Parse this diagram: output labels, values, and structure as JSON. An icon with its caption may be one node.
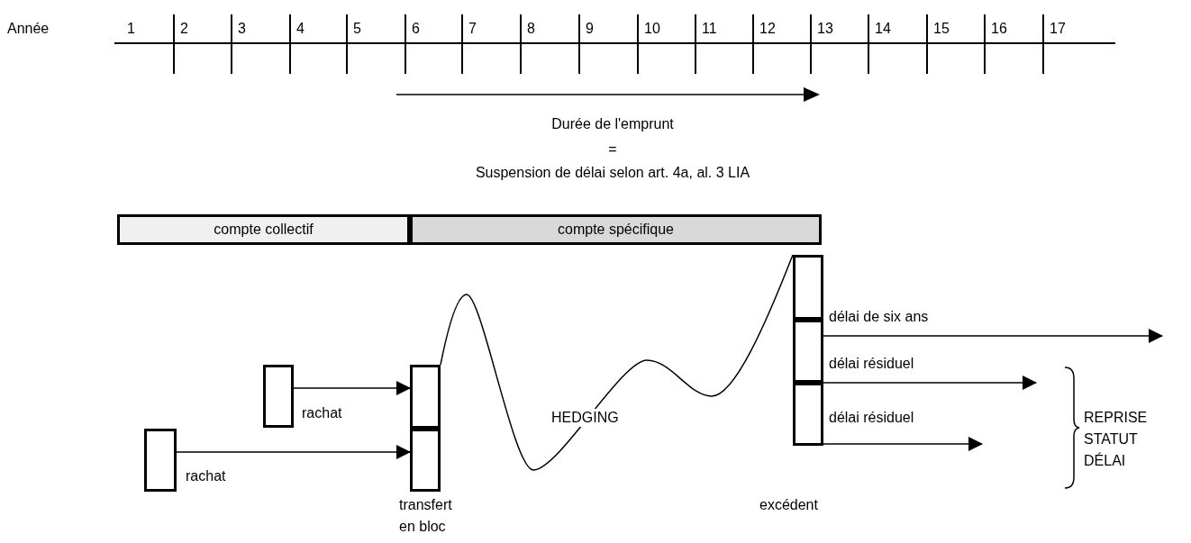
{
  "diagram": {
    "nodes": [
      {
        "text": [
          "compte collectif"
        ]
      },
      {
        "text": [
          "compte spécifique"
        ]
      },
      {
        "text": [],
        "shape": "box",
        "beside": [
          "rachat"
        ]
      },
      {
        "text": [],
        "shape": "box",
        "beside": [
          "rachat"
        ]
      },
      {
        "text": [],
        "shape": "box"
      },
      {
        "text": [],
        "shape": "box",
        "beside": [
          "transfert en bloc"
        ]
      },
      {
        "text": [],
        "shape": "box"
      },
      {
        "text": [],
        "shape": "box"
      },
      {
        "text": [],
        "shape": "box",
        "beside": [
          "excédent"
        ]
      }
    ],
    "edges": [
      {
        "from": 2,
        "to": 4,
        "arrow": "to"
      },
      {
        "from": 3,
        "to": 5,
        "arrow": "to"
      },
      {
        "from": 4,
        "to": 6,
        "arrow": "none",
        "label": "HEDGING"
      },
      {
        "from": 6,
        "to": null,
        "arrow": "to",
        "label": "délai de six ans"
      },
      {
        "from": 7,
        "to": null,
        "arrow": "to",
        "label": "délai résiduel"
      },
      {
        "from": 8,
        "to": null,
        "arrow": "to",
        "label": "délai résiduel"
      }
    ],
    "labels": [
      "Année",
      "1",
      "2",
      "3",
      "4",
      "5",
      "6",
      "7",
      "8",
      "9",
      "10",
      "11",
      "12",
      "13",
      "14",
      "15",
      "16",
      "17",
      "Durée de l'emprunt",
      "=",
      "Suspension de délai selon art. 4a, al. 3 LIA",
      "REPRISE STATUT DÉLAI"
    ]
  }
}
